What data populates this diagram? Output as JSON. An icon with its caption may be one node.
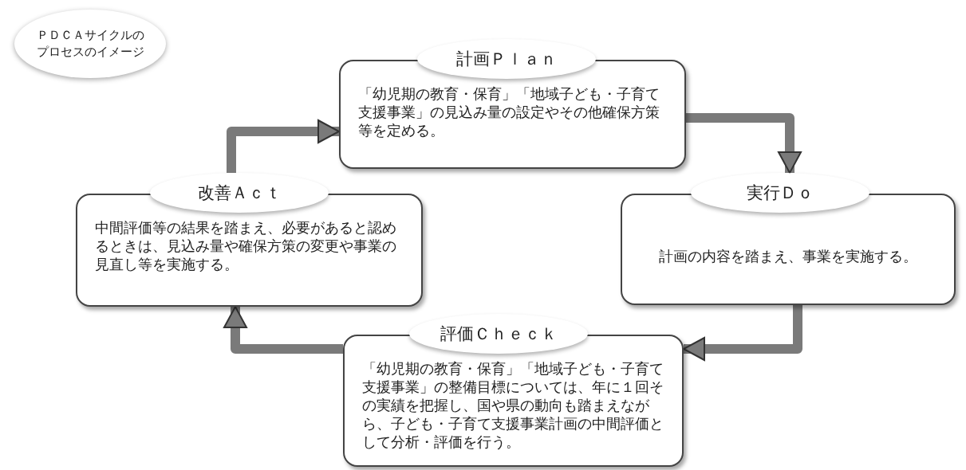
{
  "diagram": {
    "title": "ＰＤＣＡサイクルのプロセスのイメージ",
    "nodes": [
      {
        "text": [
          "計画Ｐｌａｎ",
          "「幼児期の教育・保育」「地域子ども・子育て支援事業」の見込み量の設定やその他確保方策等を定める。"
        ]
      },
      {
        "text": [
          "実行Ｄｏ",
          "計画の内容を踏まえ、事業を実施する。"
        ]
      },
      {
        "text": [
          "評価Ｃｈｅｃｋ",
          "「幼児期の教育・保育」「地域子ども・子育て支援事業」の整備目標については、年に１回その実績を把握し、国や県の動向も踏まえながら、子ども・子育て支援事業計画の中間評価として分析・評価を行う。"
        ]
      },
      {
        "text": [
          "改善Ａｃｔ",
          "中間評価等の結果を踏まえ、必要があると認めるときは、見込み量や確保方策の変更や事業の見直し等を実施する。"
        ]
      }
    ],
    "edges": [
      {
        "from": 3,
        "to": 0,
        "arrow": "to"
      },
      {
        "from": 0,
        "to": 1,
        "arrow": "to"
      },
      {
        "from": 1,
        "to": 2,
        "arrow": "to"
      },
      {
        "from": 2,
        "to": 3,
        "arrow": "to"
      }
    ]
  }
}
